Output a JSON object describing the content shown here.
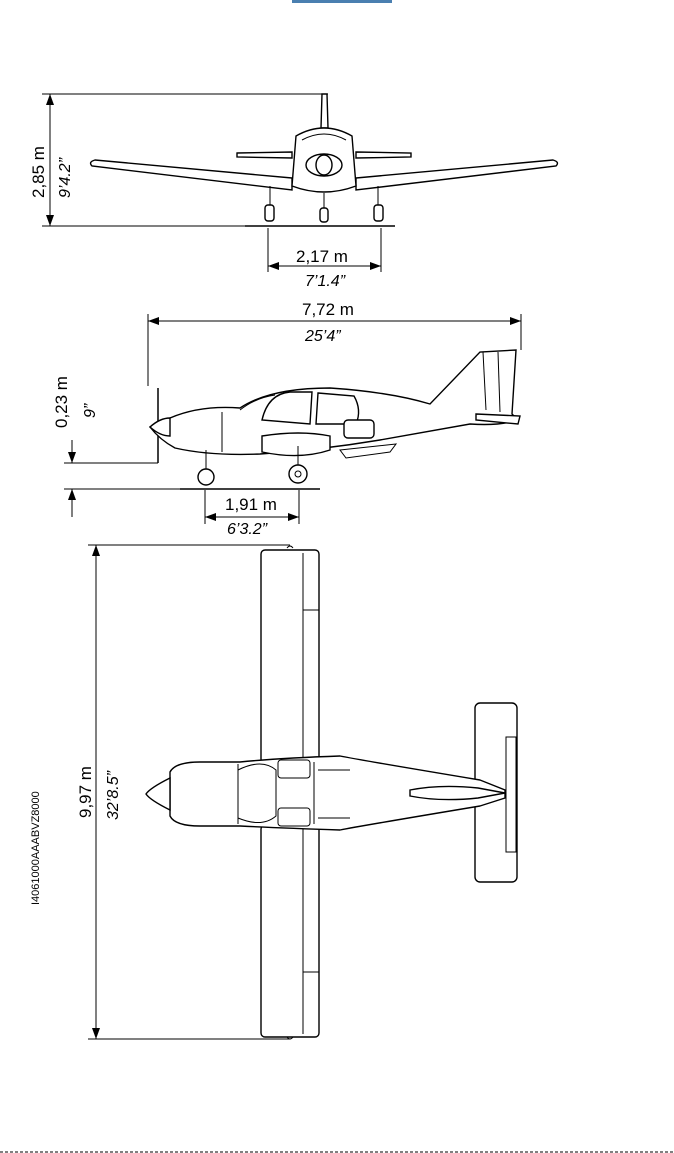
{
  "drawing": {
    "front_view": {
      "height_metric": "2,85 m",
      "height_imperial": "9’4.2”",
      "track_metric": "2,17  m",
      "track_imperial": "7’1.4”"
    },
    "side_view": {
      "length_metric": "7,72 m",
      "length_imperial": "25’4”",
      "prop_clearance_metric": "0,23 m",
      "prop_clearance_imperial": "9”",
      "wheelbase_metric": "1,91 m",
      "wheelbase_imperial": "6’3.2”"
    },
    "top_view": {
      "span_metric": "9,97 m",
      "span_imperial": "32’8.5”"
    },
    "drawing_code": "I4061000AAABVZ8000"
  },
  "colors": {
    "line": "#000000",
    "background": "#ffffff"
  }
}
